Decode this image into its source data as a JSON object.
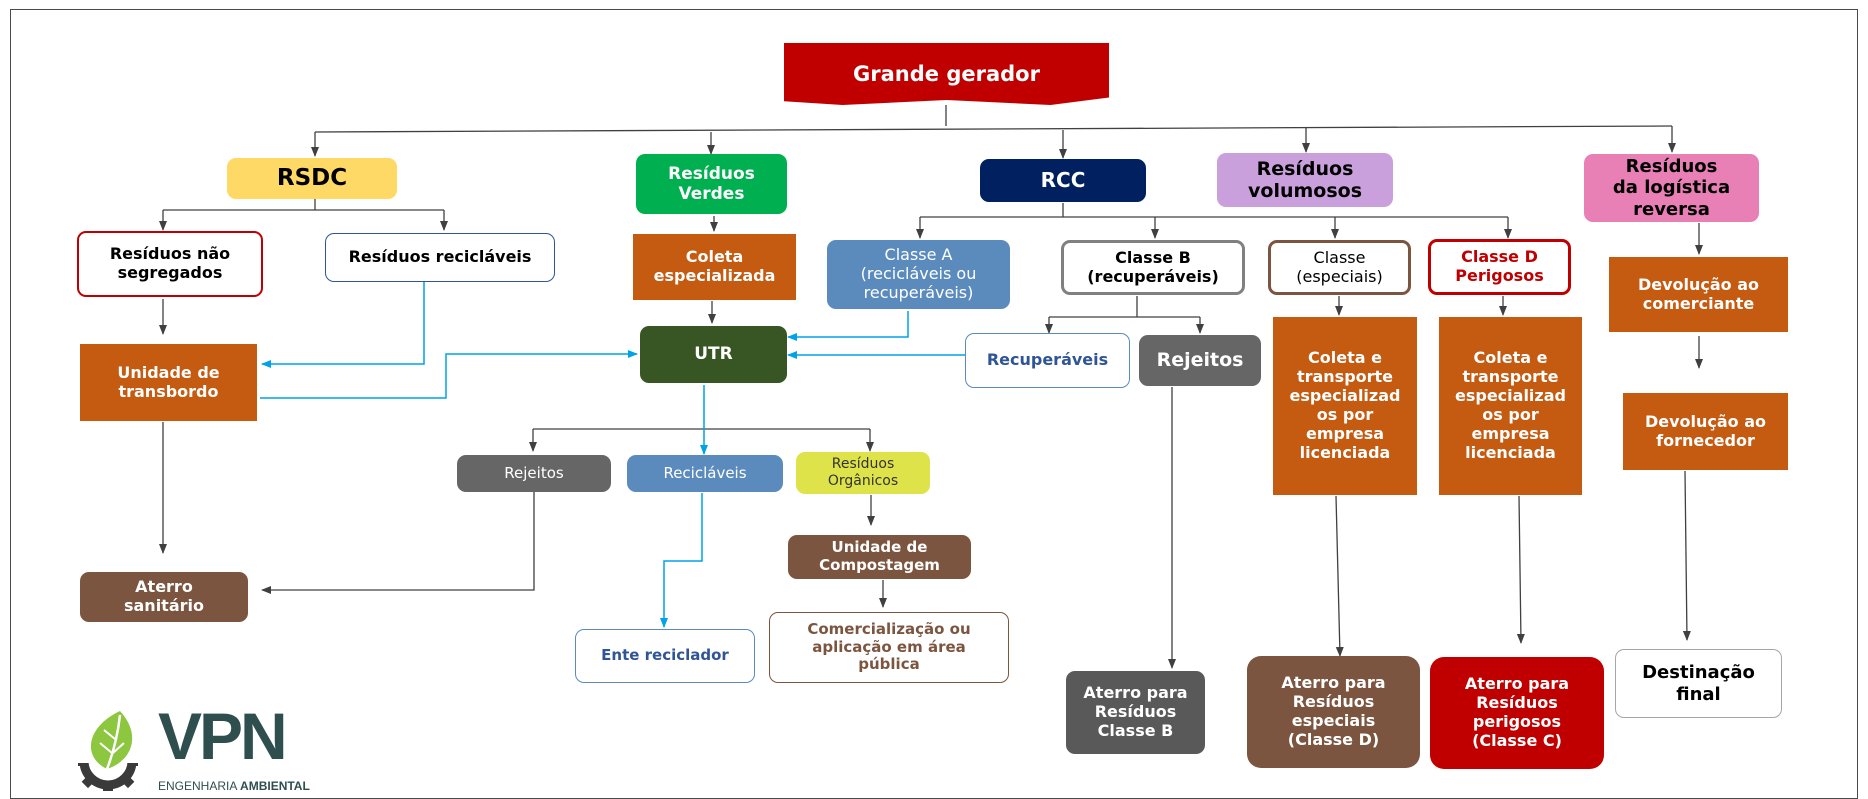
{
  "colors": {
    "red": "#c00000",
    "orange": "#c55a11",
    "brown": "#7b553f",
    "dark_green": "#375623",
    "green": "#00b050",
    "navy": "#002060",
    "yellow": "#ffd966",
    "lilac": "#c9a0dc",
    "pink": "#e87fb5",
    "steel_blue": "#5b8bbd",
    "gray": "#666666",
    "dark_gray": "#595959",
    "olive_yellow": "#dfe34a",
    "blue_line": "#00a2e8",
    "black_line": "#404040"
  },
  "nodes": {
    "grande_gerador": "Grande gerador",
    "rsdc": "RSDC",
    "residuos_verdes": "Resíduos\nVerdes",
    "rcc": "RCC",
    "residuos_volumosos": "Resíduos\nvolumosos",
    "logistica_reversa": "Resíduos\nda logística\nreversa",
    "nao_segregados": "Resíduos não\nsegregados",
    "reciclaveis_rsdc": "Resíduos recicláveis",
    "coleta_especializada": "Coleta\nespecializada",
    "classe_a": "Classe A\n(recicláveis ou\nrecuperáveis)",
    "classe_b": "Classe B\n(recuperáveis)",
    "classe_c": "Classe\n(especiais)",
    "classe_d": "Classe D\nPerigosos",
    "devolucao_comerciante": "Devolução ao\ncomerciante",
    "unidade_transbordo": "Unidade de\ntransbordo",
    "utr": "UTR",
    "recuperaveis": "Recuperáveis",
    "rejeitos_rcc": "Rejeitos",
    "coleta_especiais": "Coleta e\ntransporte\nespecializad\nos por\nempresa\nlicenciada",
    "coleta_perigosos": "Coleta e\ntransporte\nespecializad\nos por\nempresa\nlicenciada",
    "devolucao_fornecedor": "Devolução ao\nfornecedor",
    "rejeitos_utr": "Rejeitos",
    "reciclaveis_utr": "Recicláveis",
    "organicos": "Resíduos\nOrgânicos",
    "compostagem": "Unidade de\nCompostagem",
    "aterro_sanitario": "Aterro\nsanitário",
    "ente_reciclador": "Ente reciclador",
    "comercializacao": "Comercialização ou\naplicação em área\npública",
    "aterro_classe_b": "Aterro para\nResíduos\nClasse B",
    "aterro_especiais": "Aterro para\nResíduos\nespeciais\n(Classe D)",
    "aterro_perigosos": "Aterro para\nResíduos\nperigosos\n(Classe C)",
    "destinacao_final": "Destinação\nfinal"
  },
  "logo": {
    "brand": "VPN",
    "tagline_light": "ENGENHARIA",
    "tagline_bold": "AMBIENTAL"
  }
}
